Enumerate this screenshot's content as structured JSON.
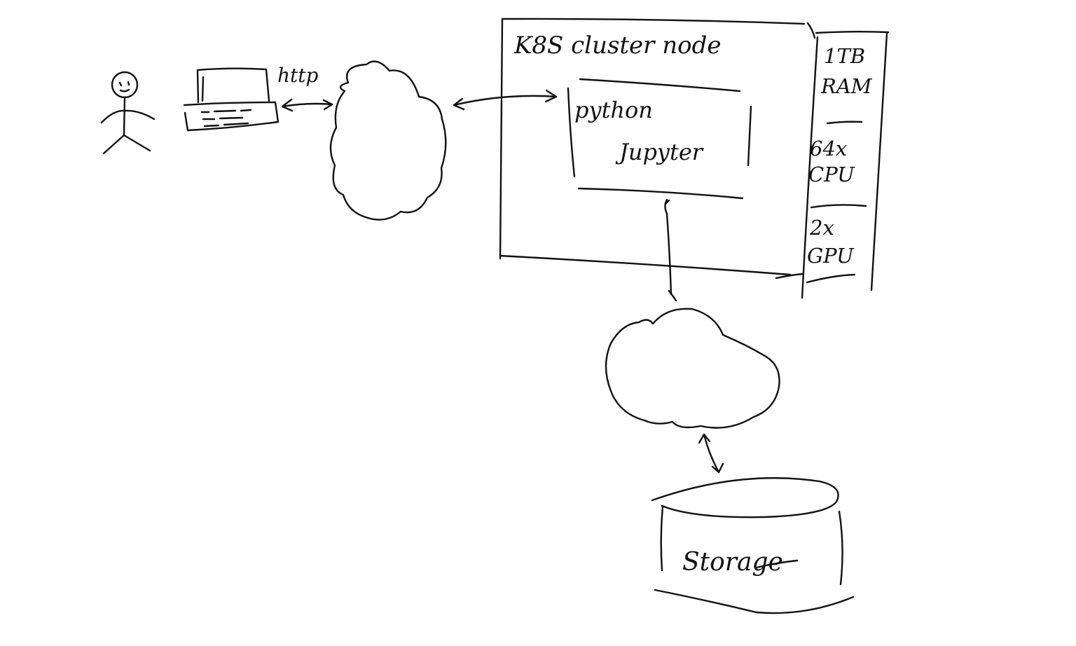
{
  "labels": {
    "protocol": "http",
    "cluster_node": "K8S cluster node",
    "app_line1": "python",
    "app_line2": "Jupyter",
    "ram_line1": "1TB",
    "ram_line2": "RAM",
    "cpu_line1": "64x",
    "cpu_line2": "CPU",
    "gpu_line1": "2x",
    "gpu_line2": "GPU",
    "storage": "Storage"
  },
  "colors": {
    "ink": "#111111",
    "paper": "#ffffff"
  },
  "icons": [
    "stick-figure-user",
    "laptop",
    "network-cloud",
    "storage-cylinder"
  ]
}
